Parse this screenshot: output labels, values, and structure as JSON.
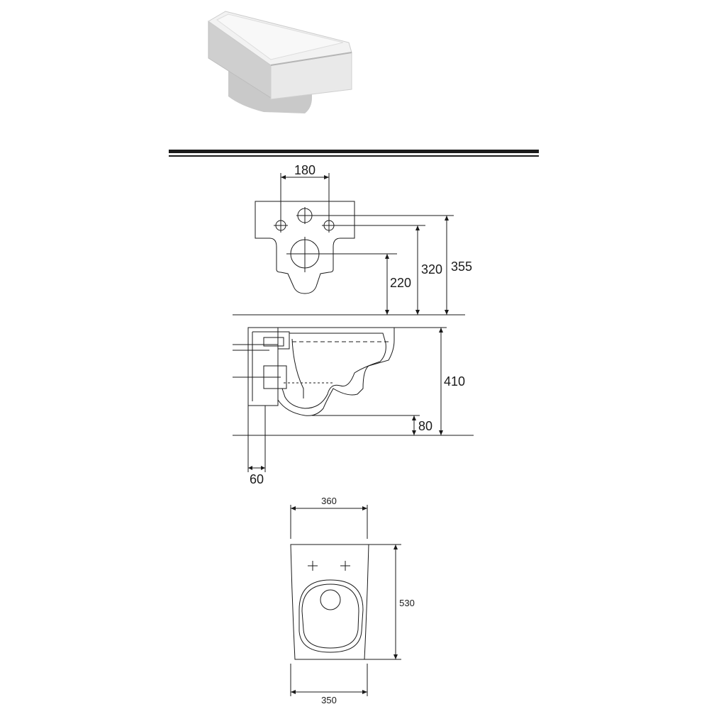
{
  "diagram": {
    "front_view": {
      "dims": {
        "hole_spacing": "180",
        "height_a": "220",
        "height_b": "320",
        "height_c": "355"
      }
    },
    "side_view": {
      "dims": {
        "total_height": "410",
        "bottom_offset": "80",
        "wall_depth": "60"
      }
    },
    "top_view": {
      "dims": {
        "top_width": "360",
        "length": "530",
        "bottom_width": "350"
      }
    },
    "colors": {
      "line": "#1a1a1a",
      "product_body": "#e3e3e3",
      "product_shadow": "#b9b9b9"
    }
  }
}
